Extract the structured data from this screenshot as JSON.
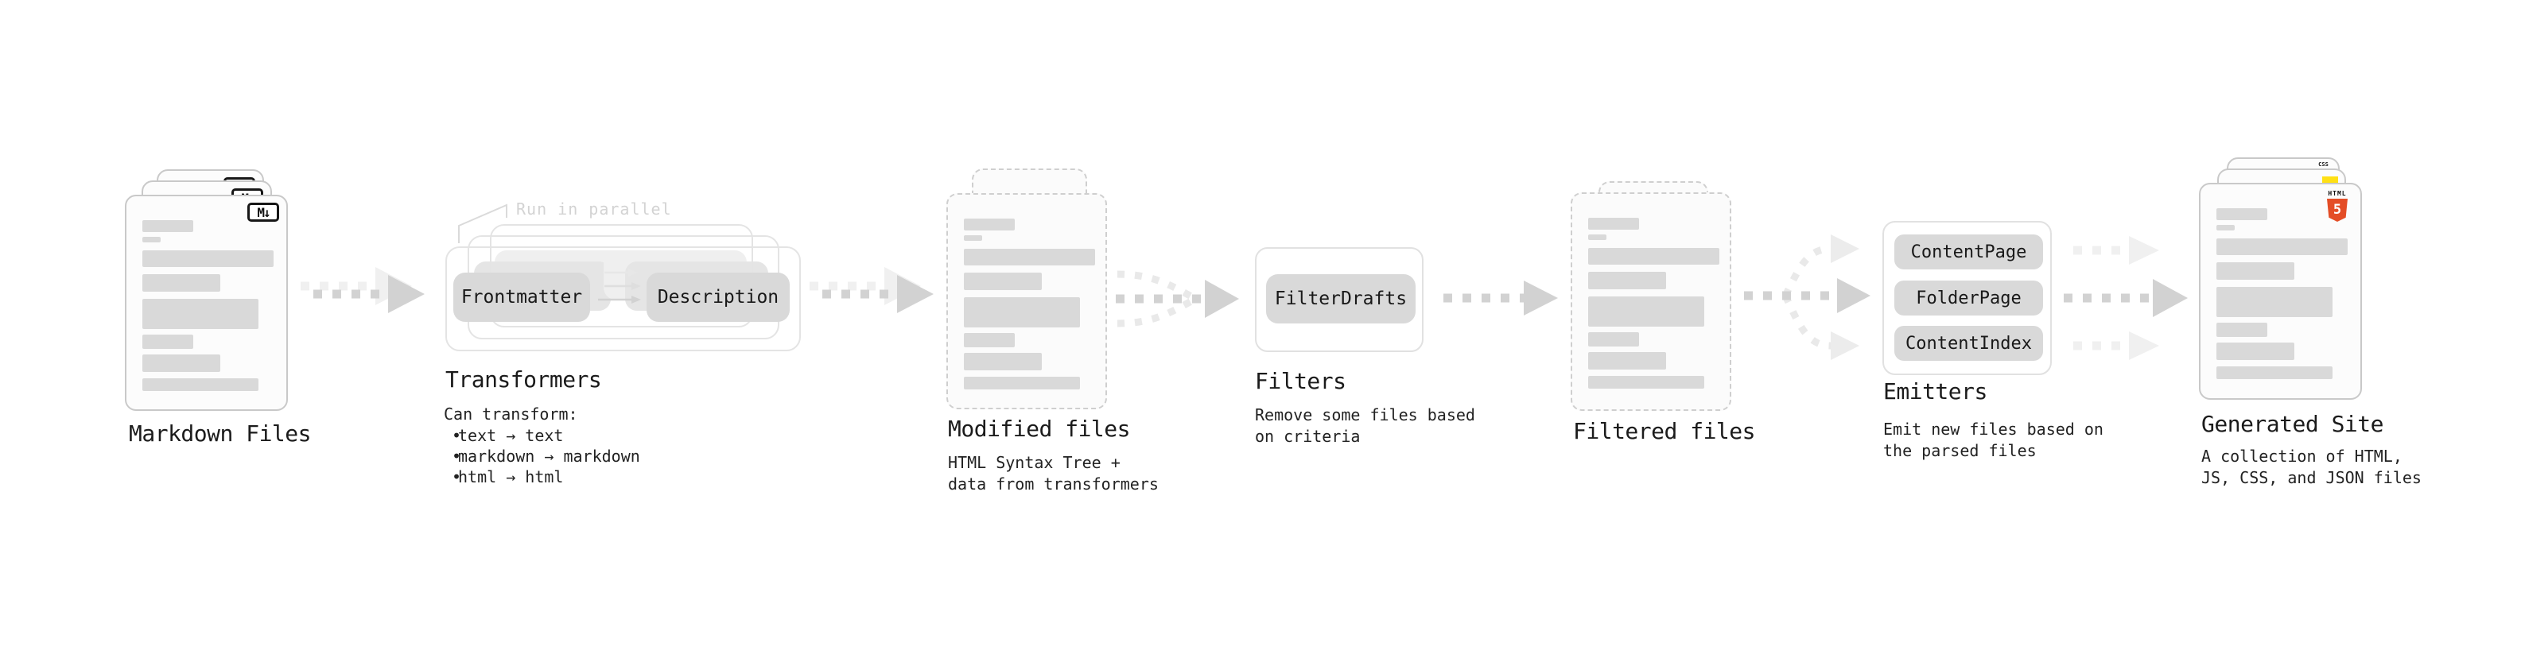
{
  "ui": {
    "bullet": "•"
  },
  "annotations": {
    "run_in_parallel": "Run in parallel"
  },
  "stages": {
    "markdown_files": {
      "label": "Markdown Files",
      "badge": "M↓"
    },
    "transformers": {
      "label": "Transformers",
      "caption_title": "Can transform:",
      "bullets": [
        "text → text",
        "markdown → markdown",
        "html → html"
      ],
      "pill_from": "Frontmatter",
      "pill_to": "Description"
    },
    "modified_files": {
      "label": "Modified files",
      "caption_line1": "HTML Syntax Tree +",
      "caption_line2": "data from transformers"
    },
    "filters": {
      "label": "Filters",
      "pill": "FilterDrafts",
      "caption_line1": "Remove some files based",
      "caption_line2": "on criteria"
    },
    "filtered_files": {
      "label": "Filtered files"
    },
    "emitters": {
      "label": "Emitters",
      "pills": [
        "ContentPage",
        "FolderPage",
        "ContentIndex"
      ],
      "caption_line1": "Emit new files based on",
      "caption_line2": "the parsed files"
    },
    "generated_site": {
      "label": "Generated Site",
      "caption_line1": "A collection of HTML,",
      "caption_line2": "JS, CSS, and JSON files",
      "badges": {
        "html_word": "HTML",
        "html_number": "5",
        "css": "CSS"
      }
    }
  },
  "colors": {
    "markdown_badge_border": "#161616",
    "html5_orange": "#e44d26",
    "js_yellow": "#ffe014",
    "css_blue": "#2965f1",
    "pill_gray": "#d9d9d9",
    "skeleton_bar": "#d9d9d9",
    "doc_border": "#c9c9c9",
    "arrow_gray": "#d2d2d2",
    "arrow_light": "#f0f0f0",
    "note_gray": "#d3d3d3"
  }
}
